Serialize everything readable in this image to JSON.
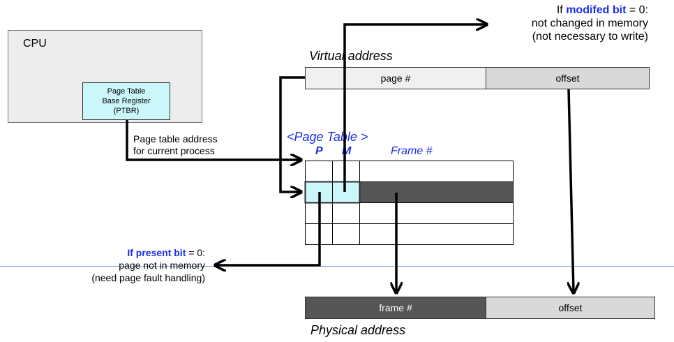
{
  "cpu": {
    "label": "CPU",
    "ptbr": {
      "line1": "Page Table",
      "line2": "Base Register",
      "line3": "(PTBR)"
    }
  },
  "ptbr_note": {
    "line1": "Page table address",
    "line2": "for current process"
  },
  "virtual_address": {
    "title": "Virtual address",
    "page_field": "page #",
    "offset_field": "offset"
  },
  "page_table": {
    "title": "<Page Table >",
    "col_present": "P",
    "col_modified": "M",
    "col_frame": "Frame #"
  },
  "physical_address": {
    "title": "Physical address",
    "frame_field": "frame #",
    "offset_field": "offset"
  },
  "modified_note": {
    "prefix": "If ",
    "term": "modifed bit",
    "suffix": " = 0:",
    "line2": "not changed in memory",
    "line3": "(not necessary to write)"
  },
  "present_note": {
    "term": "If present bit",
    "suffix": " = 0:",
    "line2": "page not in memory",
    "line3": "(need page fault handling)"
  },
  "colors": {
    "highlight": "#ccf7fa",
    "frame_fill": "#555555",
    "accent_blue": "#1a2ee6",
    "light_gray": "#f0f0f0",
    "mid_gray": "#d9d9d9"
  }
}
